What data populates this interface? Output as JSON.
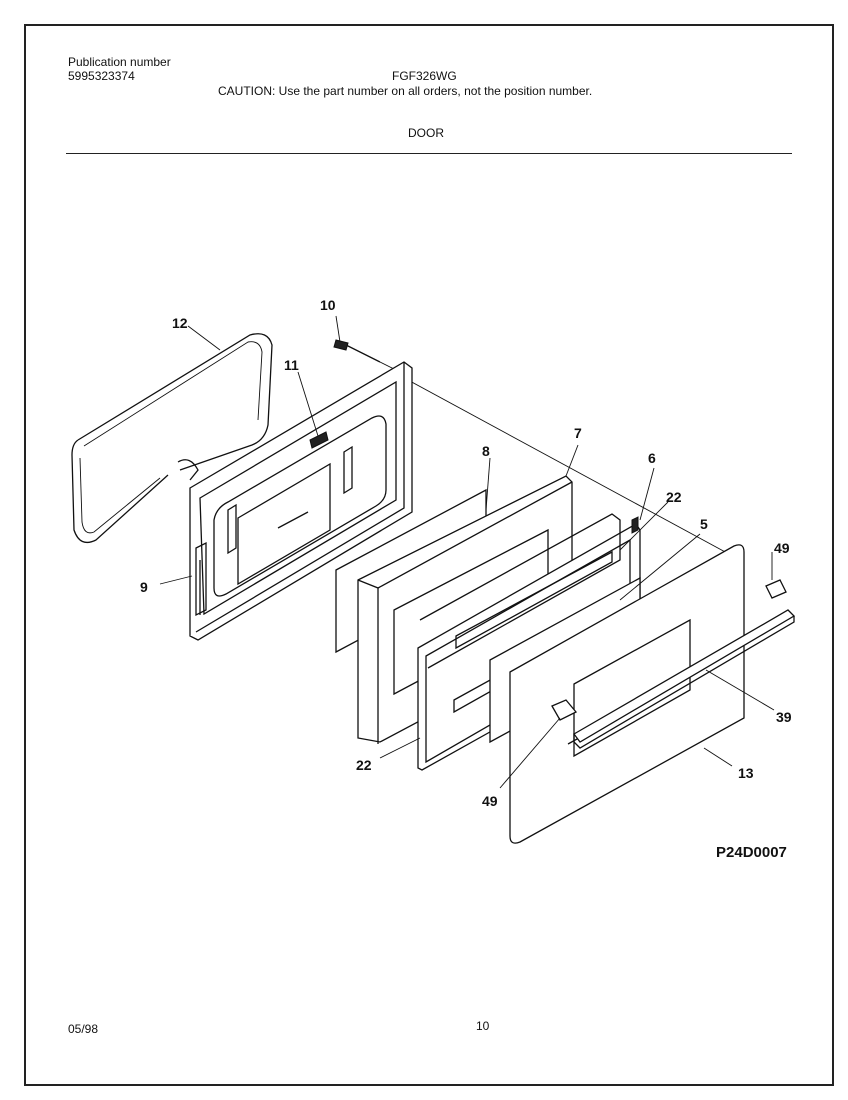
{
  "header": {
    "publication_label": "Publication number",
    "publication_number": "5995323374",
    "model": "FGF326WG",
    "caution": "CAUTION:  Use the part number on all orders, not the position number.",
    "section_title": "DOOR"
  },
  "diagram": {
    "code": "P24D0007",
    "callouts": {
      "c12": "12",
      "c10": "10",
      "c11": "11",
      "c8": "8",
      "c7": "7",
      "c6": "6",
      "c22a": "22",
      "c5": "5",
      "c49a": "49",
      "c9": "9",
      "c39": "39",
      "c22b": "22",
      "c13": "13",
      "c49b": "49"
    }
  },
  "footer": {
    "date": "05/98",
    "page": "10"
  }
}
